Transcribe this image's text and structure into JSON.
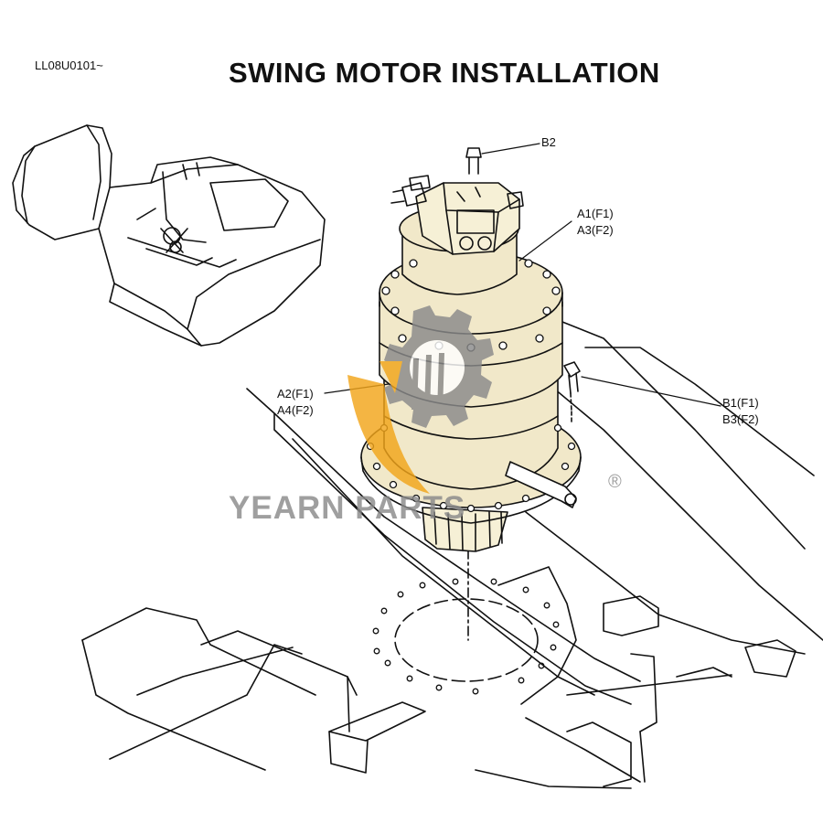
{
  "header": {
    "code": "LL08U0101~",
    "title": "SWING MOTOR INSTALLATION"
  },
  "callouts": {
    "b2": "B2",
    "a1": "A1(F1)",
    "a3": "A3(F2)",
    "a2": "A2(F1)",
    "a4": "A4(F2)",
    "b1": "B1(F1)",
    "b3": "B3(F2)"
  },
  "watermark": {
    "text": "YEARN PARTS",
    "registered": "®",
    "gear_color": "#8a8a8a",
    "accent_color": "#f2a51a"
  },
  "colors": {
    "line": "#111111",
    "motor_fill": "#f1e8c9",
    "background": "#ffffff"
  }
}
